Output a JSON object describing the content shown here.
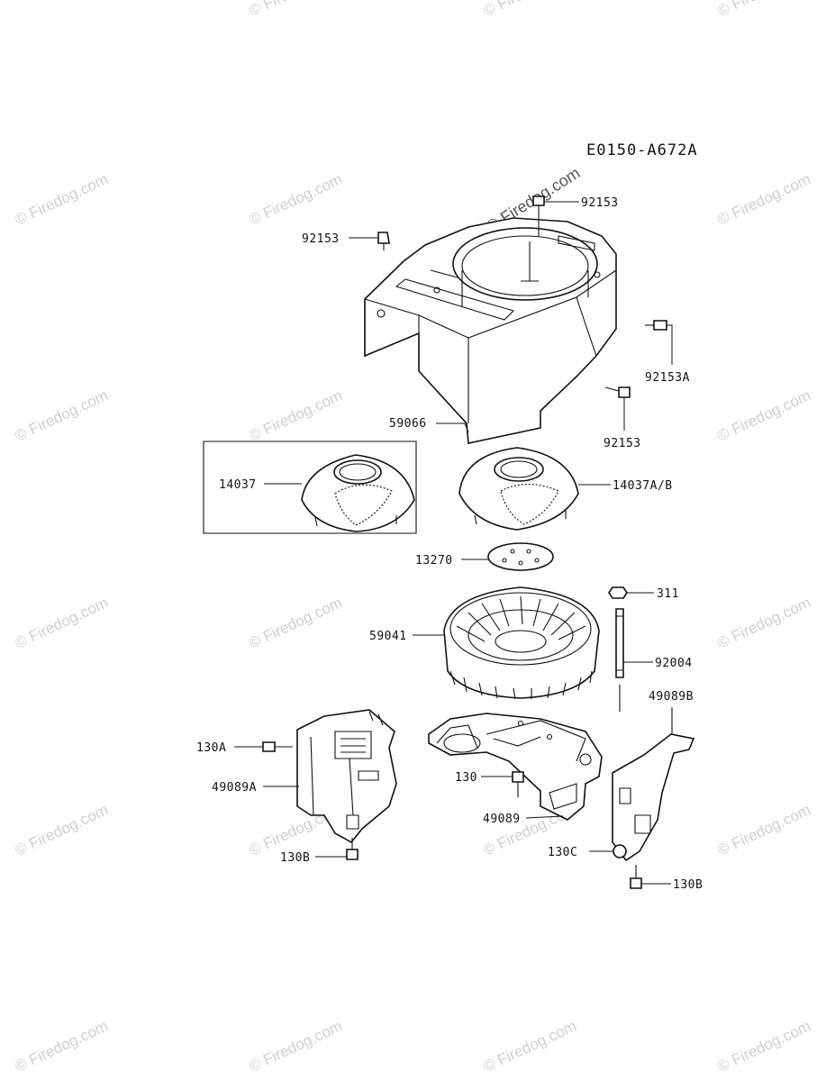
{
  "diagram": {
    "title": "E0150-A672A",
    "watermark_text": "© Firedog.com",
    "labels": {
      "screw_top": "92153",
      "screw_left": "92153",
      "screw_right": "92153A",
      "screw_lower": "92153",
      "shroud": "59066",
      "screen_boxed": "14037",
      "screen": "14037A/B",
      "plate": "13270",
      "fan": "59041",
      "nut": "311",
      "stud": "92004",
      "cover_left_bolt": "130A",
      "cover_left": "49089A",
      "cover_left_bottom_bolt": "130B",
      "base_bolt": "130",
      "base_cover": "49089",
      "cover_right": "49089B",
      "cover_right_bolt": "130C",
      "cover_right_bottom_bolt": "130B"
    }
  }
}
